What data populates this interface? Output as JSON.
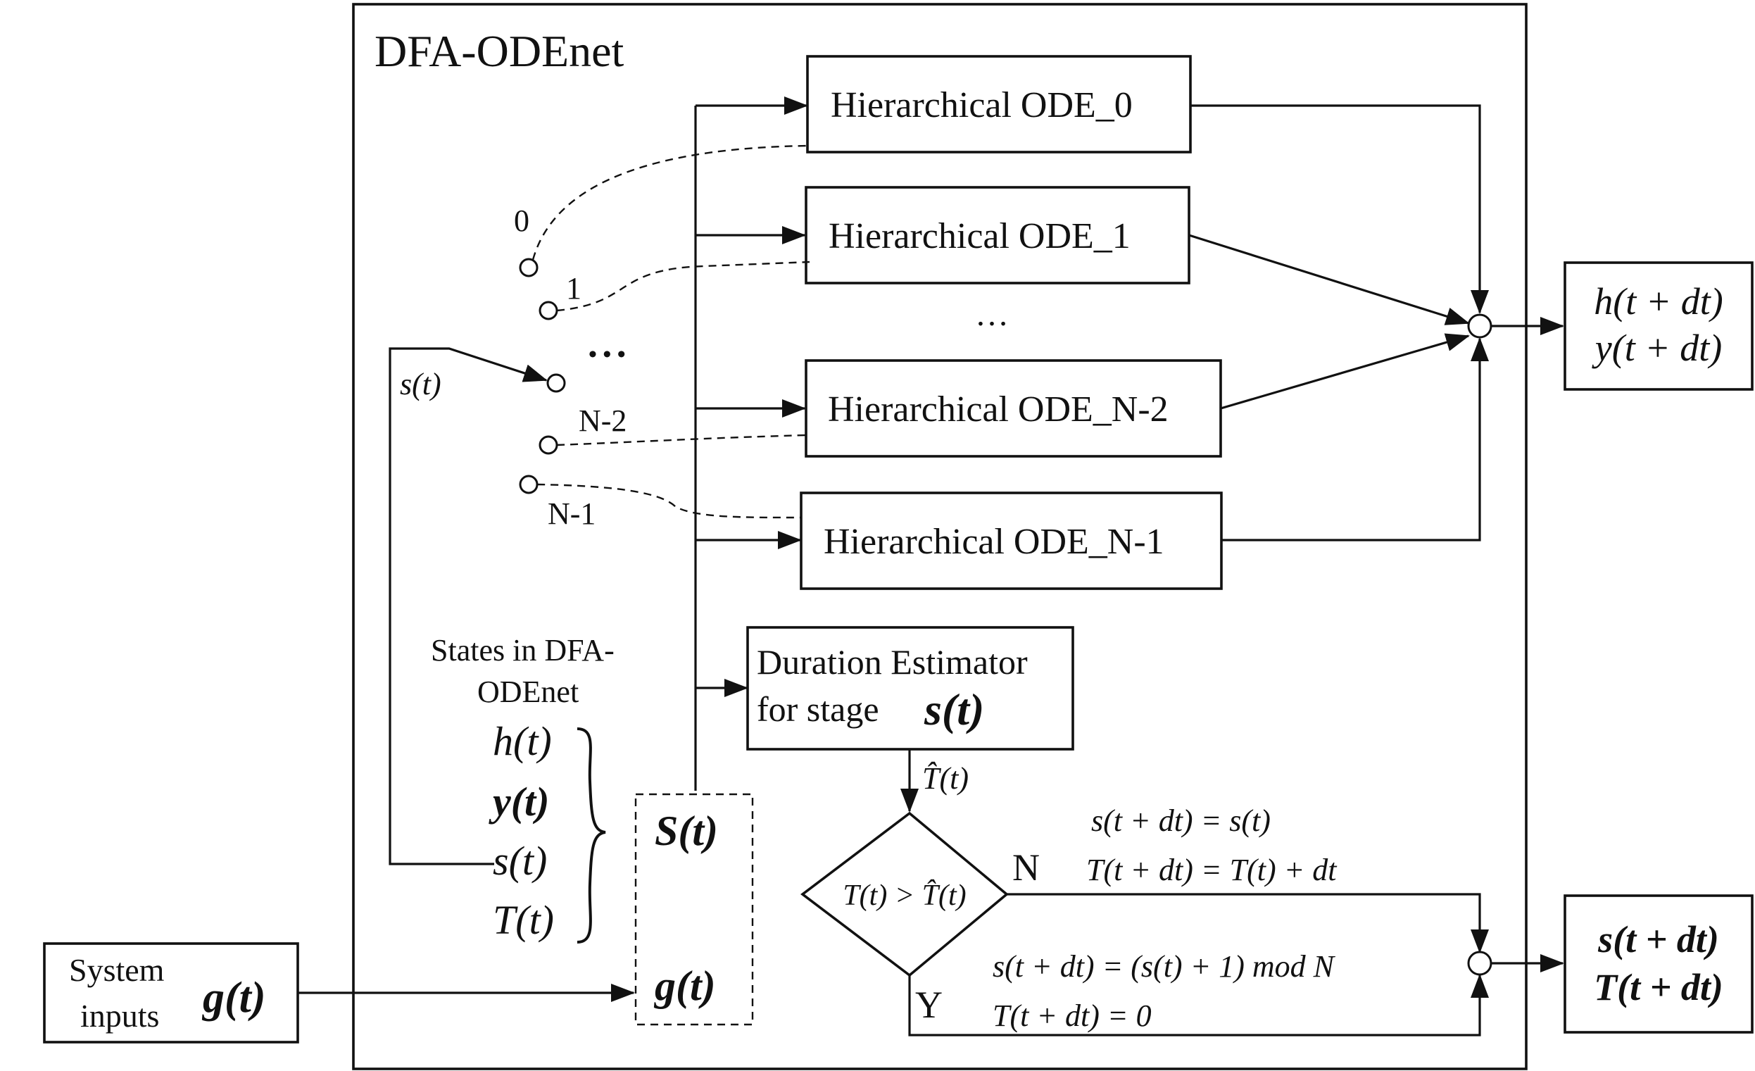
{
  "outer_title": "DFA-ODEnet",
  "ode_blocks": [
    {
      "label": "Hierarchical ODE_0"
    },
    {
      "label": "Hierarchical ODE_1"
    },
    {
      "label": "Hierarchical ODE_N-2"
    },
    {
      "label": "Hierarchical ODE_N-1"
    }
  ],
  "ode_ellipsis": "…",
  "switch_labels": {
    "s0": "0",
    "s1": "1",
    "dots": "• • •",
    "sN2": "N-2",
    "sN1": "N-1"
  },
  "state_input_label": "s(t)",
  "states_caption": {
    "line1": "States in DFA-",
    "line2": "ODEnet"
  },
  "state_vars": {
    "h": "h(t)",
    "y": "y(t)",
    "s": "s(t)",
    "T": "T(t)"
  },
  "bundle": {
    "S": "S(t)",
    "g": "g(t)"
  },
  "system_inputs": {
    "line1": "System",
    "line2": "inputs",
    "g": "g(t)"
  },
  "duration_estimator": {
    "line1": "Duration Estimator",
    "line2": "for stage",
    "s": "s(t)"
  },
  "that_label": "T̂(t)",
  "decision": {
    "condition": "T(t) > T̂(t)",
    "no": "N",
    "yes": "Y"
  },
  "branch_no": {
    "eq1": "s(t + dt) = s(t)",
    "eq2": "T(t + dt) = T(t) + dt"
  },
  "branch_yes": {
    "eq1": "s(t + dt) = (s(t) + 1) mod N",
    "eq2": "T(t + dt) = 0"
  },
  "output_top": {
    "line1": "h(t + dt)",
    "line2": "y(t + dt)"
  },
  "output_bottom": {
    "line1": "s(t + dt)",
    "line2": "T(t + dt)"
  }
}
